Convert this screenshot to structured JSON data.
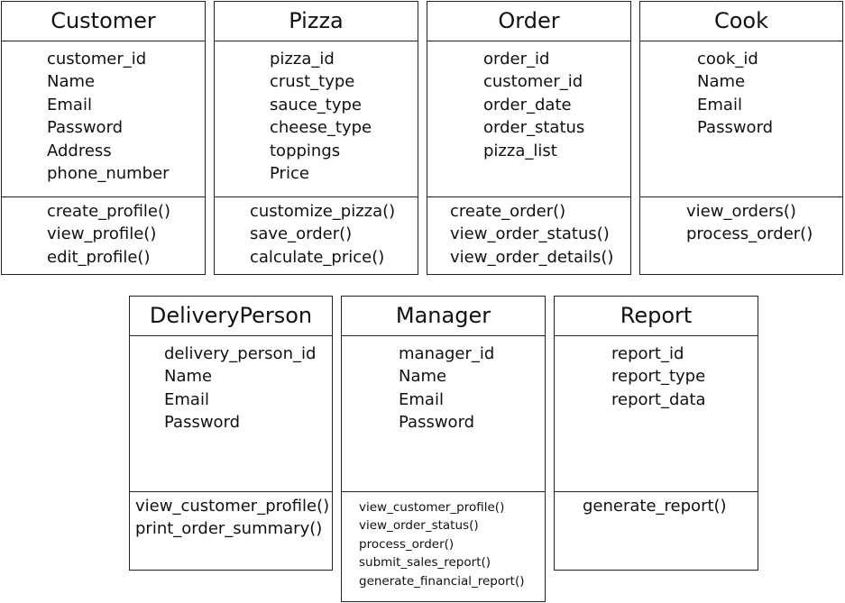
{
  "classes": [
    {
      "name": "Customer",
      "attributes": [
        "customer_id",
        "Name",
        "Email",
        "Password",
        "Address",
        "phone_number"
      ],
      "methods": [
        "create_profile()",
        "view_profile()",
        "edit_profile()"
      ]
    },
    {
      "name": "Pizza",
      "attributes": [
        "pizza_id",
        "crust_type",
        "sauce_type",
        "cheese_type",
        "toppings",
        "Price"
      ],
      "methods": [
        "customize_pizza()",
        "save_order()",
        "calculate_price()"
      ]
    },
    {
      "name": "Order",
      "attributes": [
        "order_id",
        "customer_id",
        "order_date",
        "order_status",
        "pizza_list"
      ],
      "methods": [
        "create_order()",
        "view_order_status()",
        "view_order_details()"
      ]
    },
    {
      "name": "Cook",
      "attributes": [
        "cook_id",
        "Name",
        "Email",
        "Password"
      ],
      "methods": [
        "view_orders()",
        "process_order()"
      ]
    },
    {
      "name": "DeliveryPerson",
      "attributes": [
        "delivery_person_id",
        "Name",
        "Email",
        "Password"
      ],
      "methods": [
        "view_customer_profile()",
        "print_order_summary()"
      ]
    },
    {
      "name": "Manager",
      "attributes": [
        "manager_id",
        "Name",
        "Email",
        "Password"
      ],
      "methods": [
        "view_customer_profile()",
        "view_order_status()",
        "process_order()",
        "submit_sales_report()",
        "generate_financial_report()"
      ]
    },
    {
      "name": "Report",
      "attributes": [
        "report_id",
        "report_type",
        "report_data"
      ],
      "methods": [
        "generate_report()"
      ]
    }
  ]
}
